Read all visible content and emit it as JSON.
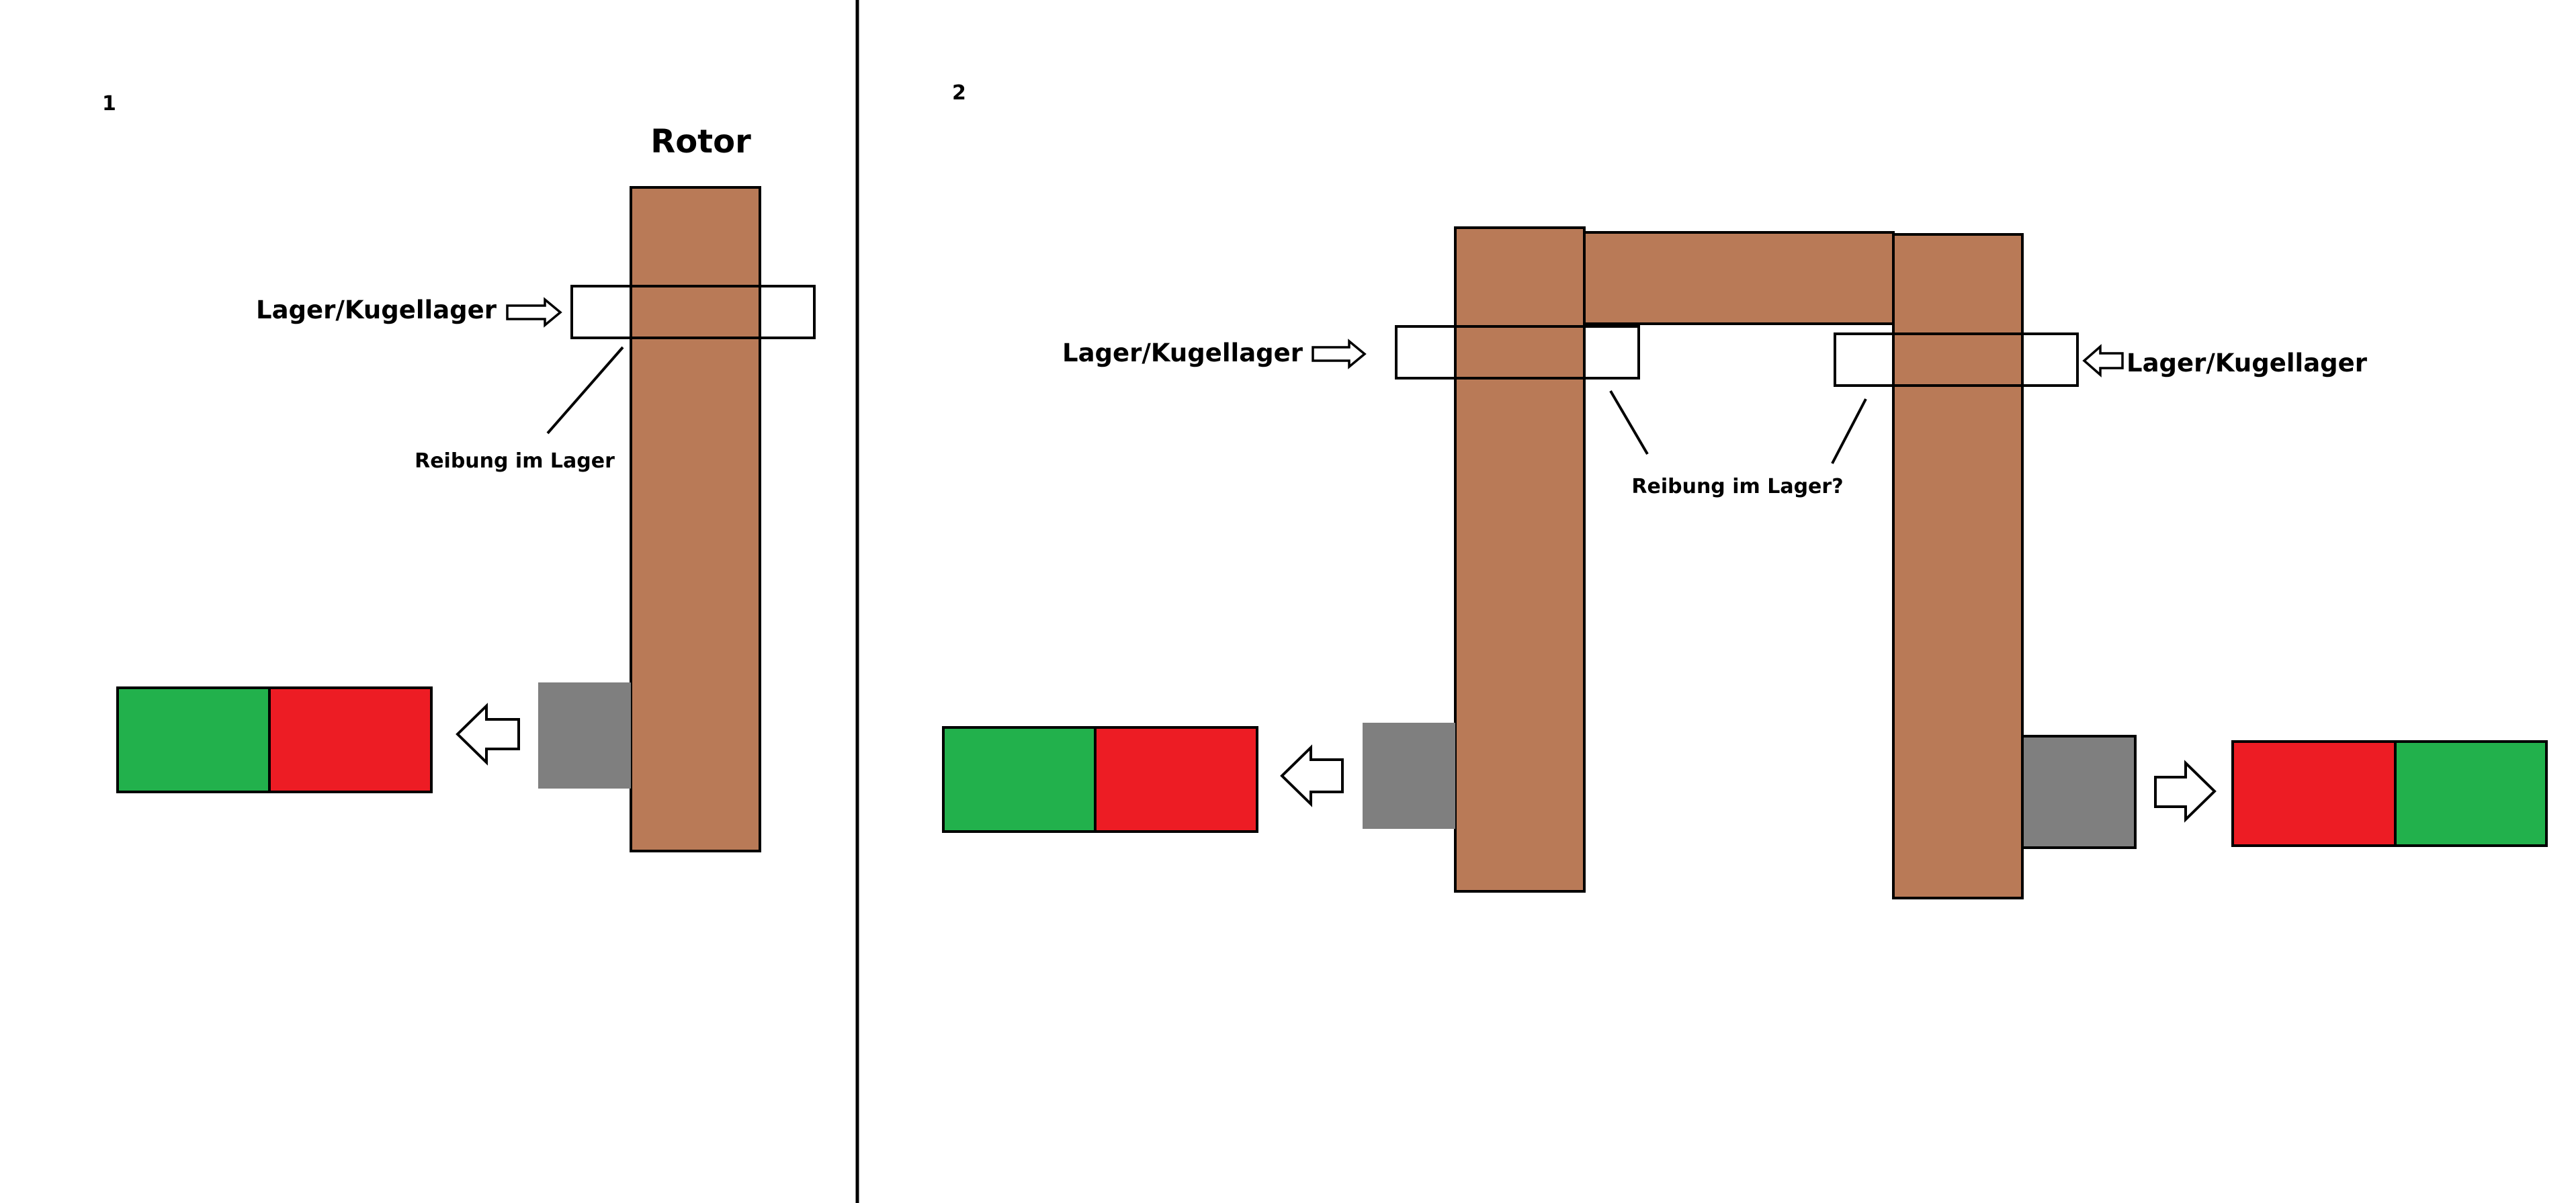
{
  "colors": {
    "rotor": "#B97A57",
    "green": "#22B14C",
    "red": "#ED1C24",
    "gray": "#7F7F7F",
    "line": "#000000",
    "background": "#FFFFFF"
  },
  "panel1": {
    "number": "1",
    "rotor_label": "Rotor",
    "bearing_label": "Lager/Kugellager",
    "friction_label": "Reibung im Lager"
  },
  "panel2": {
    "number": "2",
    "bearing_label_left": "Lager/Kugellager",
    "bearing_label_right": "Lager/Kugellager",
    "friction_label": "Reibung im Lager?"
  }
}
